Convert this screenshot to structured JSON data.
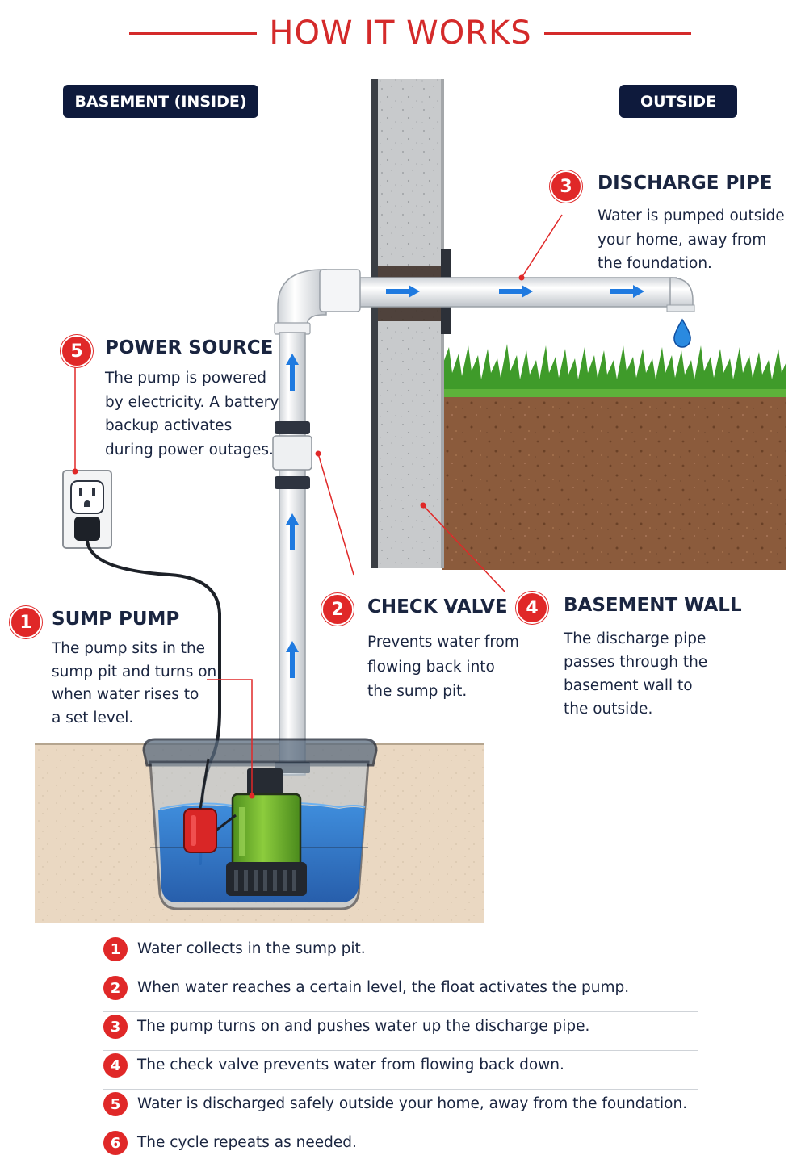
{
  "title": "HOW IT WORKS",
  "labels": {
    "inside": "BASEMENT (INSIDE)",
    "outside": "OUTSIDE"
  },
  "callouts": [
    {
      "id": "discharge-pipe",
      "number": "3",
      "title": "DISCHARGE PIPE",
      "lines": [
        "Water is pumped outside",
        "your home, away from",
        "the foundation."
      ]
    },
    {
      "id": "power-source",
      "number": "5",
      "title": "POWER SOURCE",
      "lines": [
        "The pump is powered",
        "by electricity. A battery",
        "backup activates",
        "during power outages."
      ]
    },
    {
      "id": "sump-pump",
      "number": "1",
      "title": "SUMP PUMP",
      "lines": [
        "The pump sits in the",
        "sump pit and turns on",
        "when water rises to",
        "a set level."
      ]
    },
    {
      "id": "check-valve",
      "number": "2",
      "title": "CHECK VALVE",
      "lines": [
        "Prevents water from",
        "flowing back into",
        "the sump pit."
      ]
    },
    {
      "id": "basement-wall",
      "number": "4",
      "title": "BASEMENT WALL",
      "lines": [
        "The discharge pipe",
        "passes through the",
        "basement wall to",
        "the outside."
      ]
    }
  ],
  "steps": [
    {
      "number": "1",
      "text": "Water collects in the sump pit."
    },
    {
      "number": "2",
      "text": "When water reaches a certain level, the float activates the pump."
    },
    {
      "number": "3",
      "text": "The pump turns on and pushes water up the discharge pipe."
    },
    {
      "number": "4",
      "text": "The check valve prevents water from flowing back down."
    },
    {
      "number": "5",
      "text": "Water is discharged safely outside your home, away from the foundation."
    },
    {
      "number": "6",
      "text": "The cycle repeats as needed."
    }
  ],
  "colors": {
    "accent": "#e02828",
    "navy": "#0e1a3c",
    "water": "#1f6fd0",
    "pump": "#6fb52e",
    "float": "#d92626",
    "grass": "#3f9b2a",
    "soil": "#8a5a3a",
    "wall": "#c9cbcd",
    "floor": "#ead9c4"
  },
  "icons": {
    "flow": "arrow-up-icon",
    "pipe-flow": "arrow-right-icon",
    "drop": "water-drop-icon",
    "outlet": "outlet-icon"
  }
}
